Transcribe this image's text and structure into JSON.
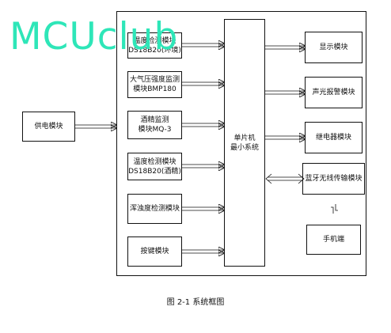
{
  "watermark": "MCUclub",
  "power_module": "供电模块",
  "mcu": "单片机\n最小系统",
  "inputs": [
    "温度检测模块\nDS18B20(环境)",
    "大气压强度监测\n模块BMP180",
    "酒精监测\n模块MQ-3",
    "温度检测模块\nDS18B20(酒精)",
    "浑浊度检测模块",
    "按键模块"
  ],
  "outputs": [
    "显示模块",
    "声光报警模块",
    "继电器模块",
    "蓝牙无线传输模块"
  ],
  "phone": "手机端",
  "caption": "图 2-1 系统框图",
  "colors": {
    "watermark": "#2ee6b8",
    "line": "#111111"
  }
}
